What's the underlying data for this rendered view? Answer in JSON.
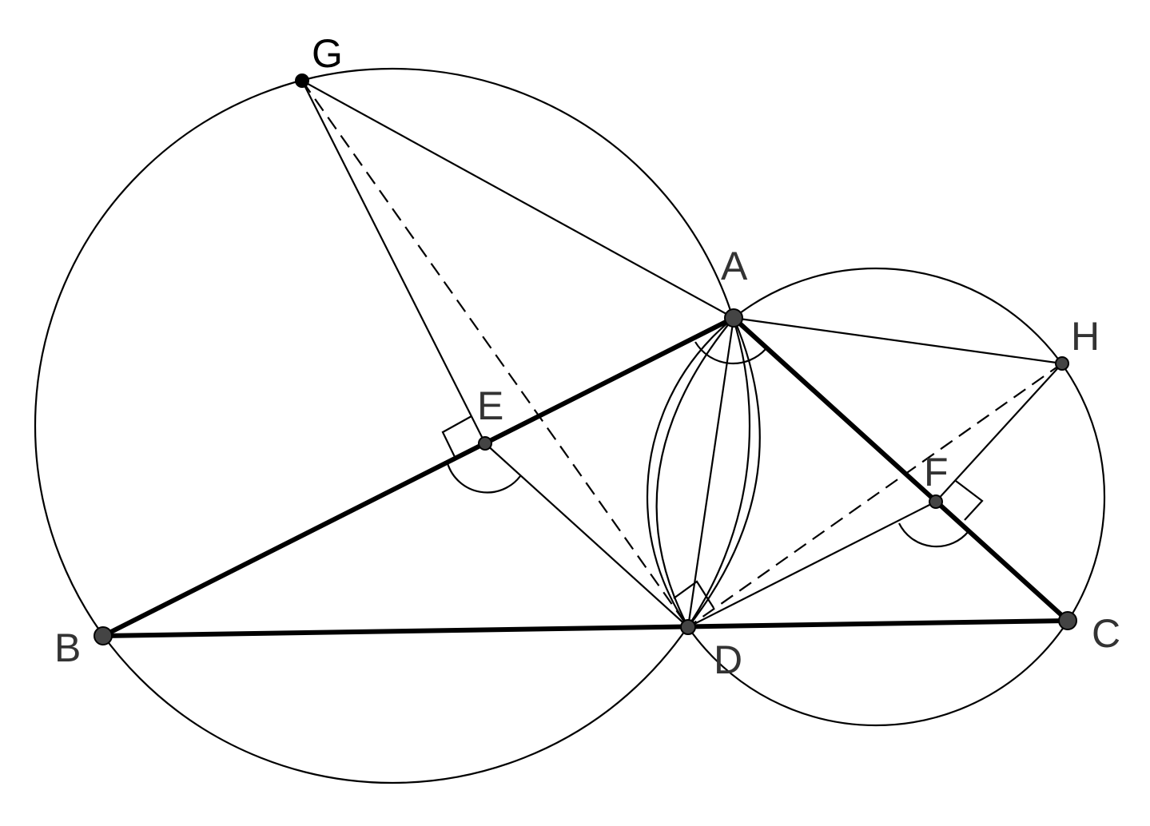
{
  "points": {
    "A": {
      "label": "A",
      "color": "#333333"
    },
    "B": {
      "label": "B",
      "color": "#333333"
    },
    "C": {
      "label": "C",
      "color": "#333333"
    },
    "D": {
      "label": "D",
      "color": "#333333"
    },
    "E": {
      "label": "E",
      "color": "#333333"
    },
    "F": {
      "label": "F",
      "color": "#333333"
    },
    "G": {
      "label": "G",
      "color": "#000000"
    },
    "H": {
      "label": "H",
      "color": "#333333"
    }
  }
}
